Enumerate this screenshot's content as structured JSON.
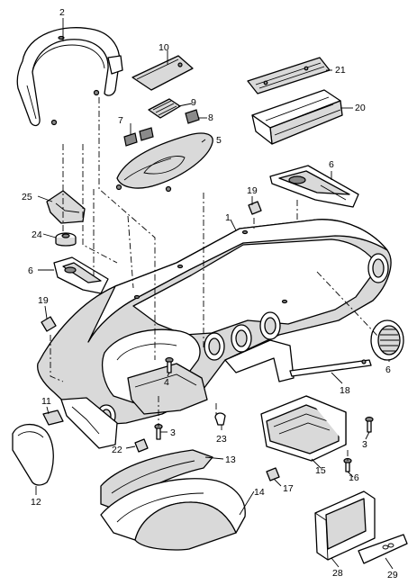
{
  "callouts": {
    "c1": "1",
    "c2": "2",
    "c3a": "3",
    "c3b": "3",
    "c4": "4",
    "c5": "5",
    "c6a": "6",
    "c6b": "6",
    "c6c": "6",
    "c7": "7",
    "c8": "8",
    "c9": "9",
    "c10": "10",
    "c11": "11",
    "c12": "12",
    "c13": "13",
    "c14": "14",
    "c15": "15",
    "c16": "16",
    "c17": "17",
    "c18": "18",
    "c19a": "19",
    "c19b": "19",
    "c20": "20",
    "c21": "21",
    "c22": "22",
    "c23": "23",
    "c24": "24",
    "c25": "25",
    "c28": "28",
    "c29": "29"
  }
}
